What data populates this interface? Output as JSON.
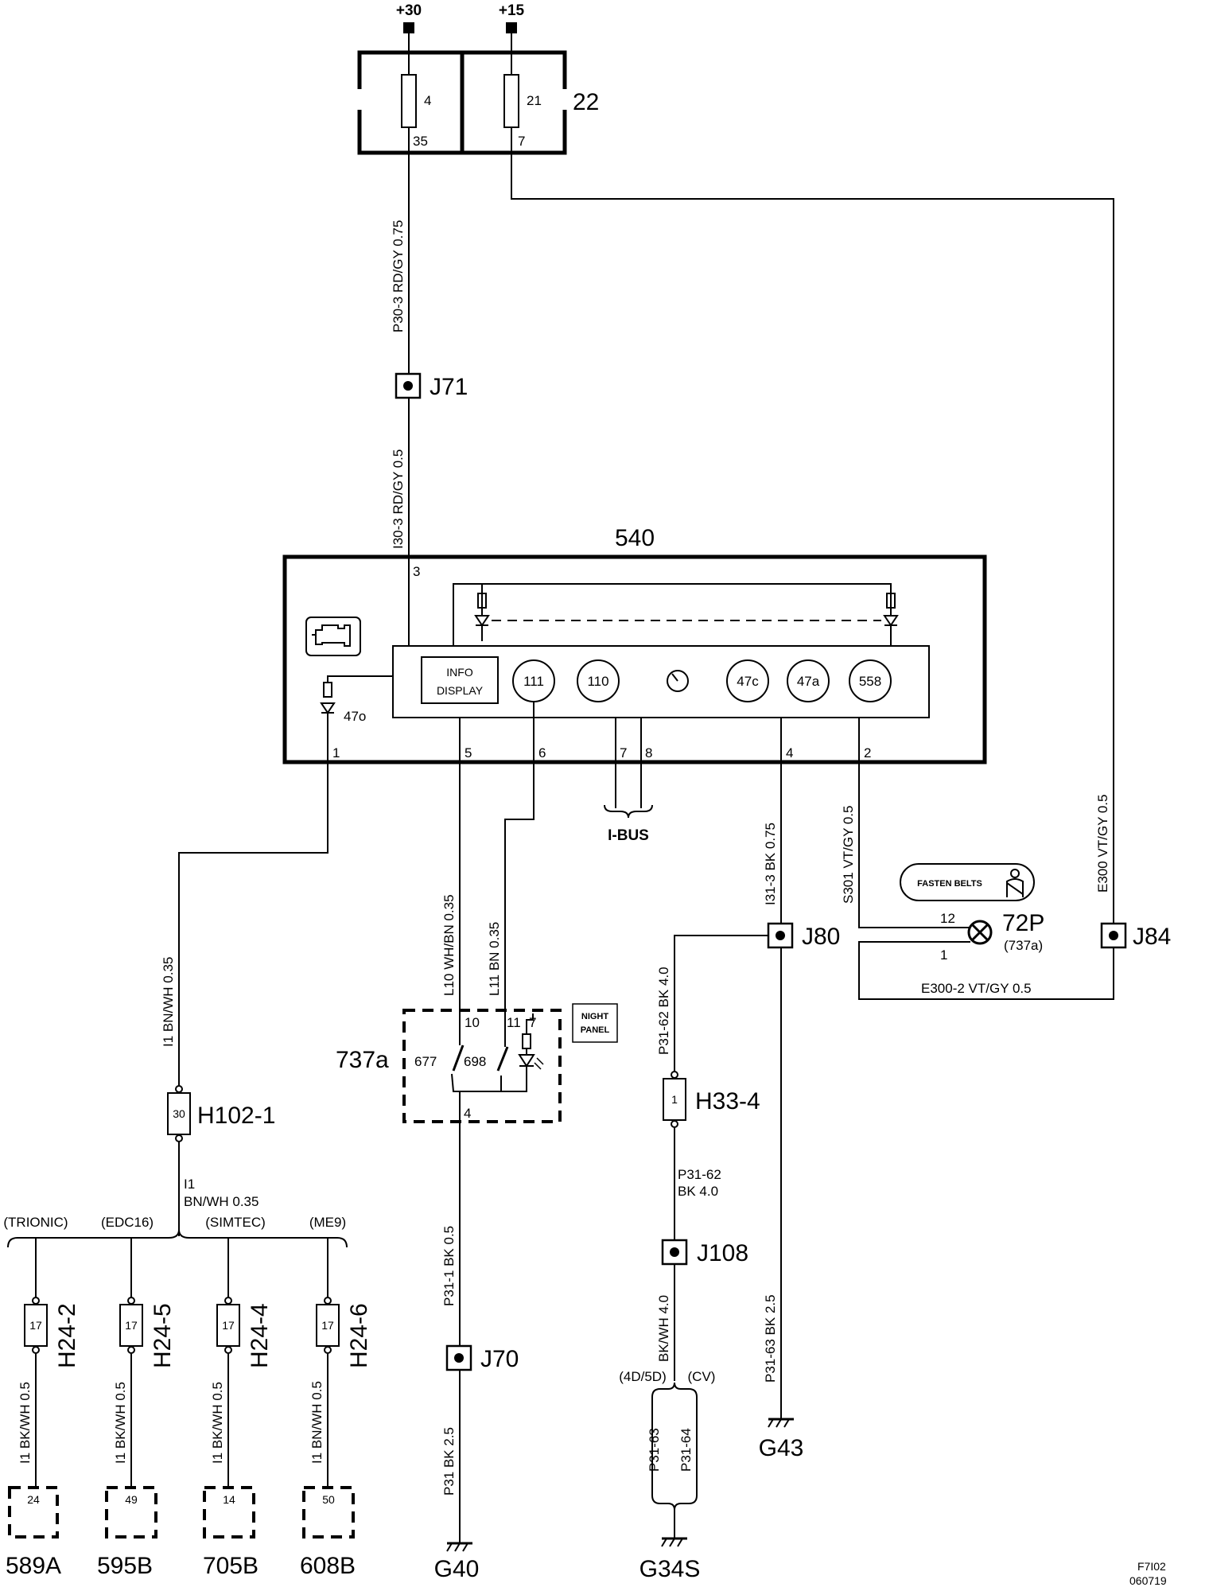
{
  "header": {
    "supply_30": "+30",
    "supply_15": "+15"
  },
  "fusebox": {
    "id": "22",
    "fuse_a": "4",
    "fuse_a_pin": "35",
    "fuse_b": "21",
    "fuse_b_pin": "7"
  },
  "wires": {
    "p30_3": "P30-3  RD/GY 0.75",
    "i30_3": "I30-3  RD/GY 0.5",
    "l10": "L10  WH/BN 0.35",
    "l11": "L11  BN  0.35",
    "i31_3": "I31-3  BK  0.75",
    "s301": "S301  VT/GY  0.5",
    "e300": "E300  VT/GY  0.5",
    "e300_2": "E300-2  VT/GY  0.5",
    "i1_main": "I1  BN/WH 0.35",
    "i1_lower_a": "I1",
    "i1_lower_b": "BN/WH  0.35",
    "p31_62_vert": "P31-62  BK  4.0",
    "p31_62_a": "P31-62",
    "p31_62_b": "BK   4.0",
    "bkwh_40": "BK/WH 4.0",
    "p31_1": "P31-1  BK  0.5",
    "p31": "P31  BK  2.5",
    "p31_63_vert": "P31-63  BK  2.5",
    "p31_63": "P31-63",
    "p31_64": "P31-64",
    "h24_2_wire": "I1 BK/WH 0.5",
    "h24_5_wire": "I1 BK/WH 0.5",
    "h24_4_wire": "I1 BK/WH 0.5",
    "h24_6_wire": "I1 BN/WH 0.5"
  },
  "splices": {
    "j71": "J71",
    "j80": "J80",
    "j84": "J84",
    "j70": "J70",
    "j108": "J108"
  },
  "module": {
    "id": "540",
    "pins": [
      "3",
      "1",
      "5",
      "6",
      "7",
      "8",
      "4",
      "2"
    ],
    "info_display": [
      "INFO",
      "DISPLAY"
    ],
    "gauges": [
      "111",
      "110",
      "47c",
      "47a",
      "558"
    ],
    "lamp_47o": "47o"
  },
  "ibus": "I-BUS",
  "switch": {
    "id": "737a",
    "pins": [
      "10",
      "11",
      "7",
      "4"
    ],
    "sw_677": "677",
    "sw_698": "698",
    "night_panel": [
      "NIGHT",
      "PANEL"
    ]
  },
  "lamp": {
    "id": "72P",
    "ref": "(737a)",
    "pin_12": "12",
    "pin_1": "1",
    "caption": "FASTEN BELTS"
  },
  "connectors": {
    "h102_1": "H102-1",
    "h102_1_pin": "30",
    "h33_4": "H33-4",
    "h33_4_pin": "1",
    "h24": [
      {
        "id": "H24-2",
        "pin": "17",
        "variant": "(TRIONIC)",
        "target_pin": "24",
        "target": "589A"
      },
      {
        "id": "H24-5",
        "pin": "17",
        "variant": "(EDC16)",
        "target_pin": "49",
        "target": "595B"
      },
      {
        "id": "H24-4",
        "pin": "17",
        "variant": "(SIMTEC)",
        "target_pin": "14",
        "target": "705B"
      },
      {
        "id": "H24-6",
        "pin": "17",
        "variant": "(ME9)",
        "target_pin": "50",
        "target": "608B"
      }
    ]
  },
  "grounds": {
    "g40": "G40",
    "g34s": "G34S",
    "g43": "G43",
    "var_4d5d": "(4D/5D)",
    "var_cv": "(CV)"
  },
  "footer": {
    "code1": "F7I02",
    "code2": "060719"
  }
}
